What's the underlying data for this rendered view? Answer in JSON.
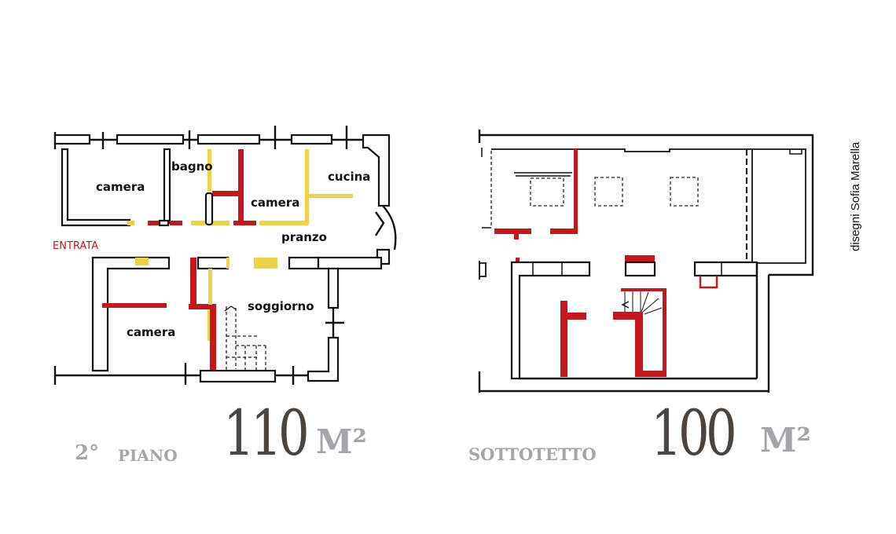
{
  "plans": [
    {
      "name": "2° PIANO",
      "level_label_num": "2°",
      "level_label_word": "PIANO",
      "area_value": "110",
      "area_unit": "M²",
      "rooms": [
        "camera",
        "bagno",
        "camera",
        "cucina",
        "pranzo",
        "soggiorno",
        "camera"
      ],
      "entrance_label": "ENTRATA"
    },
    {
      "name": "SOTTOTETTO",
      "level_label_word": "SOTTOTETTO",
      "area_value": "100",
      "area_unit": "M²"
    }
  ],
  "credit": "disegni Sofia Marella",
  "colors": {
    "new_walls": "#c8161d",
    "demolished_walls": "#ecd246",
    "label_gray": "#a3a5a9"
  }
}
